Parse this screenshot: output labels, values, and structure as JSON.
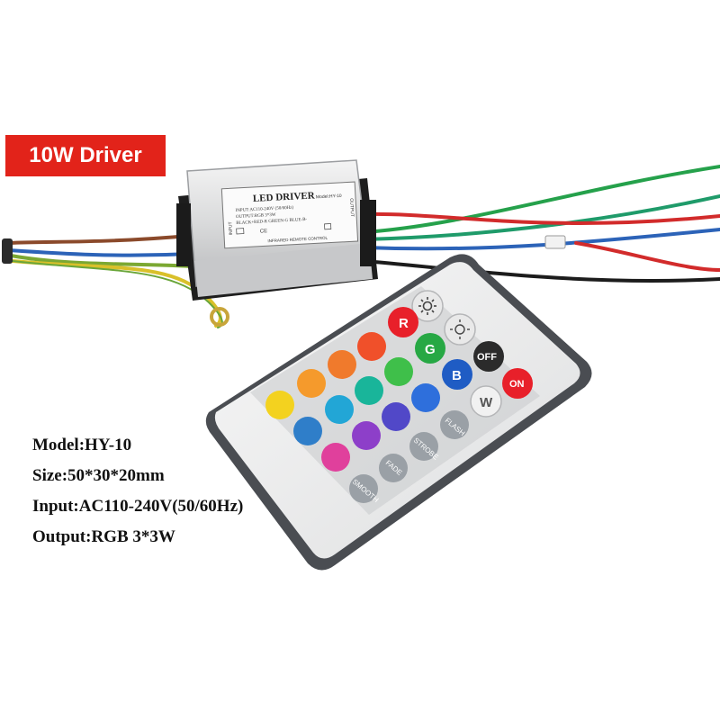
{
  "badge": {
    "text": "10W Driver",
    "color": "#e2231a"
  },
  "specs": {
    "model": "Model:HY-10",
    "size": "Size:50*30*20mm",
    "input": "Input:AC110-240V(50/60Hz)",
    "output": "Output:RGB 3*3W"
  },
  "driver_label": {
    "title": "LED DRIVER",
    "model": "Model:HY-10",
    "input_line": "INPUT:AC110-240V (50/60Hz)",
    "output_line": "OUTPUT:RGB 3*3W",
    "wires_line": "BLACK+RED-R GREEN-G BLUE-B-",
    "bottom_line": "INFRARED REMOTE CONTROL",
    "side_input": "INPUT",
    "side_output": "OUTPUT"
  },
  "remote": {
    "button_labels": {
      "r": "R",
      "g": "G",
      "b": "B",
      "w": "W",
      "off": "OFF",
      "on": "ON",
      "flash": "FLASH",
      "strobe": "STROBE",
      "fade": "FADE",
      "smooth": "SMOOTH"
    },
    "colors": {
      "red": "#e8202a",
      "green": "#27a844",
      "blue": "#1f5cc4",
      "off": "#2b2b2b",
      "on": "#e8202a",
      "mode_grey": "#9aa0a6",
      "body": "#efefef",
      "rim": "#4a4d52"
    }
  },
  "icons": {
    "bright_up": "sun-icon",
    "bright_down": "sun-outline-icon"
  }
}
